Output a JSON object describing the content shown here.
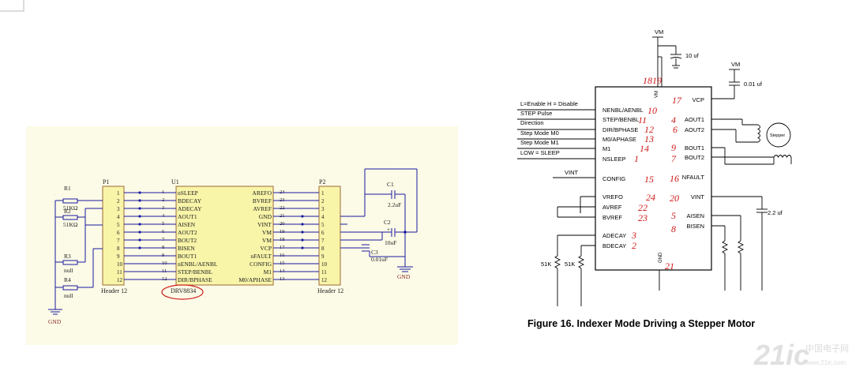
{
  "left_schematic": {
    "p1": {
      "ref": "P1",
      "footer": "Header 12",
      "pins": [
        "1",
        "2",
        "3",
        "4",
        "5",
        "6",
        "7",
        "8",
        "9",
        "10",
        "11",
        "12"
      ]
    },
    "u1": {
      "ref": "U1",
      "part": "DRV8834",
      "left_pins": [
        {
          "num": "1",
          "name": "nSLEEP"
        },
        {
          "num": "2",
          "name": "BDECAY"
        },
        {
          "num": "3",
          "name": "ADECAY"
        },
        {
          "num": "4",
          "name": "AOUT1"
        },
        {
          "num": "5",
          "name": "AISEN"
        },
        {
          "num": "6",
          "name": "AOUT2"
        },
        {
          "num": "7",
          "name": "BOUT2"
        },
        {
          "num": "8",
          "name": "BISEN"
        },
        {
          "num": "9",
          "name": "BOUT1"
        },
        {
          "num": "10",
          "name": "nENBL/AENBL"
        },
        {
          "num": "11",
          "name": "STEP/BENBL"
        },
        {
          "num": "12",
          "name": "DIR/BPHASE"
        }
      ],
      "right_pins": [
        {
          "num": "24",
          "name": "AREFO"
        },
        {
          "num": "23",
          "name": "BVREF"
        },
        {
          "num": "22",
          "name": "AVREF"
        },
        {
          "num": "21",
          "name": "GND"
        },
        {
          "num": "20",
          "name": "VINT"
        },
        {
          "num": "19",
          "name": "VM"
        },
        {
          "num": "18",
          "name": "VM"
        },
        {
          "num": "17",
          "name": "VCP"
        },
        {
          "num": "16",
          "name": "nFAULT"
        },
        {
          "num": "15",
          "name": "CONFIG"
        },
        {
          "num": "14",
          "name": "M1"
        },
        {
          "num": "13",
          "name": "M0/APHASE"
        }
      ]
    },
    "p2": {
      "ref": "P2",
      "footer": "Header 12",
      "pins": [
        "1",
        "2",
        "3",
        "4",
        "5",
        "6",
        "7",
        "8",
        "9",
        "10",
        "11",
        "12"
      ]
    },
    "resistors": [
      {
        "ref": "R1",
        "value": "51KΩ"
      },
      {
        "ref": "R2",
        "value": "51KΩ"
      },
      {
        "ref": "R3",
        "value": "null"
      },
      {
        "ref": "R4",
        "value": "null"
      }
    ],
    "caps": [
      {
        "ref": "C1",
        "value": "2.2uF"
      },
      {
        "ref": "C2",
        "value": "10uF"
      },
      {
        "ref": "C3",
        "value": "0.01uF"
      }
    ],
    "gnd_label": "GND",
    "plus_sign": "+"
  },
  "right_schematic": {
    "vm_top": "VM",
    "cap_10uf": "10 uf",
    "vm_right": "VM",
    "cap_001uf": "0.01 uf",
    "cap_22uf": "2.2 uf",
    "chip_vm": "VM",
    "chip_gnd": "GND",
    "left_pins": [
      "NENBL/AENBL",
      "STEP/BENBL",
      "DIR/BPHASE",
      "M0/APHASE",
      "M1",
      "NSLEEP",
      "CONFIG",
      "VREFO",
      "AVREF",
      "BVREF",
      "ADECAY",
      "BDECAY"
    ],
    "right_pins": [
      "VCP",
      "AOUT1",
      "AOUT2",
      "BOUT1",
      "BOUT2",
      "NFAULT",
      "VINT",
      "AISEN",
      "BISEN"
    ],
    "annotations_left": [
      "18",
      "19",
      "10",
      "11",
      "12",
      "13",
      "14",
      "1",
      "15",
      "24",
      "22",
      "23",
      "3",
      "2",
      "21"
    ],
    "annotations_right": [
      "17",
      "4",
      "6",
      "9",
      "7",
      "16",
      "20",
      "5",
      "8"
    ],
    "signal_labels": [
      "L=Enable H = Disable",
      "STEP Pulse",
      "Direction",
      "Step Mode M0",
      "Step Mode M1",
      "LOW = SLEEP"
    ],
    "vint_label": "VINT",
    "r51k_a": "51K",
    "r51k_b": "51K",
    "stepper": "Stepper",
    "caption": "Figure 16.  Indexer Mode Driving a Stepper Motor"
  },
  "watermark": {
    "main": "21ic",
    "cn": "中国电子网",
    "url": "www.21ic.com"
  }
}
